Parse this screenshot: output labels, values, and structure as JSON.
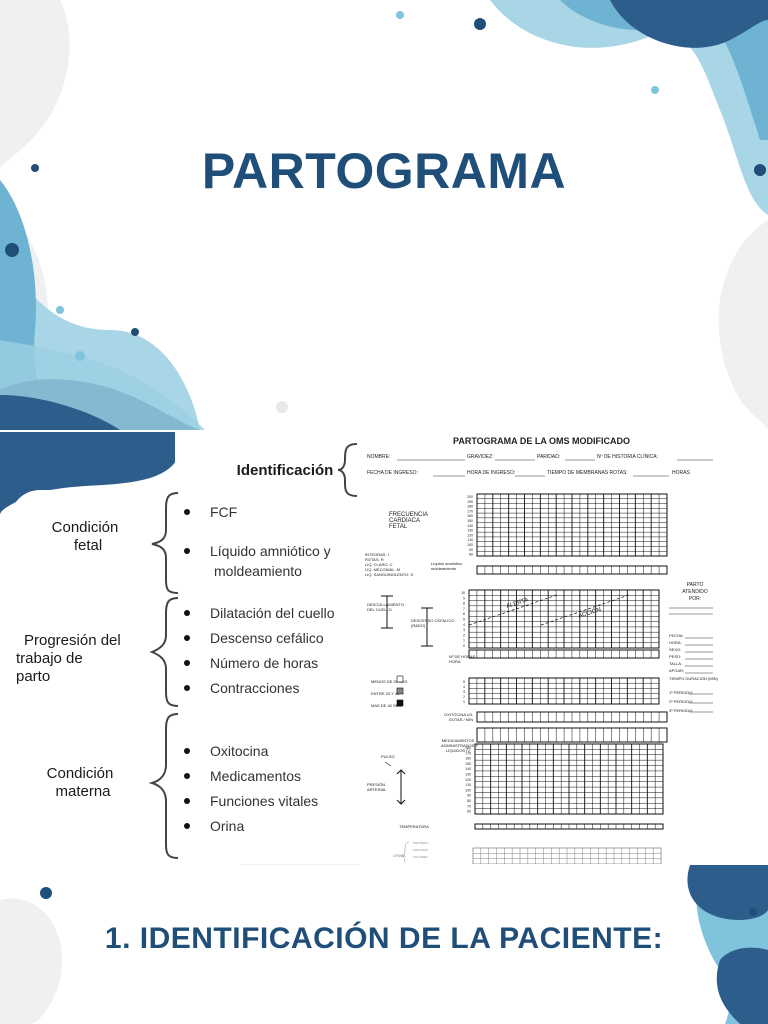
{
  "slide": {
    "title": "PARTOGRAMA",
    "section_heading": "1. IDENTIFICACIÓN DE LA PACIENTE:"
  },
  "diagram": {
    "identification_label": "Identificación",
    "groups": [
      {
        "label_lines": [
          "Condición",
          "fetal"
        ],
        "items": [
          "FCF",
          "Líquido amniótico y",
          "moldeamiento"
        ]
      },
      {
        "label_lines": [
          "Progresión del",
          "trabajo de",
          "parto"
        ],
        "items": [
          "Dilatación del cuello",
          "Descenso cefálico",
          "Número de horas",
          "Contracciones"
        ]
      },
      {
        "label_lines": [
          "Condición",
          "materna"
        ],
        "items": [
          "Oxitocina",
          "Medicamentos",
          "Funciones vitales",
          "Orina"
        ]
      }
    ]
  },
  "form": {
    "title": "PARTOGRAMA DE LA OMS MODIFICADO",
    "row1": [
      "NOMBRE:",
      "GRAVIDEZ:",
      "PARIDAD:",
      "Nº DE HISTORIA CLÍNICA:"
    ],
    "row2": [
      "FECHA DE INGRESO:",
      "HORA DE INGRESO:",
      "TIEMPO DE MEMBRANAS ROTAS:",
      "HORAS"
    ],
    "fcf_label": [
      "FRECUENCIA",
      "CARDIACA",
      "FETAL"
    ],
    "fcf_scale": [
      "200",
      "190",
      "180",
      "170",
      "160",
      "150",
      "140",
      "130",
      "120",
      "110",
      "100",
      "90",
      "80"
    ],
    "liquid_codes": [
      "INTEGRAS: I",
      "ROTAS: R",
      "LIQ. CLARO: C",
      "LIQ. MECONIAL: M",
      "LIQ. SANGUINOLENTO: S"
    ],
    "liquid_label": [
      "Líquido amniótico",
      "moldeamiento"
    ],
    "cervix_label": [
      "DESCOLLAMIENTO",
      "DEL CUELLO"
    ],
    "descent_label": [
      "DESCENSO CEFALICO",
      "(RADO)"
    ],
    "cervix_scale": [
      "10",
      "9",
      "8",
      "7",
      "6",
      "5",
      "4",
      "3",
      "2",
      "1",
      "0"
    ],
    "alert_label": "ALERTA",
    "action_label": "ACCIÓN",
    "hours_label": [
      "Nº DE HORAS",
      "HORA"
    ],
    "delivery_panel": [
      "PARTO",
      "ATENDIDO",
      "POR:"
    ],
    "delivery_fields": [
      "FECHA:",
      "HORA:",
      "SEXO:",
      "PESO:",
      "TALLA:",
      "APGAR:"
    ],
    "contractions_legend": [
      "MENOS DE 20 SEG",
      "ENTRE 20 Y 40",
      "MAS DE 40 SEG"
    ],
    "contractions_scale": [
      "5",
      "4",
      "3",
      "2",
      "1"
    ],
    "duration_label": "TIEMPO DURACIÓN (MIN)",
    "periods": [
      "1º PERIODO:",
      "2º PERIODO:",
      "3º PERIODO:"
    ],
    "oxytocin_label": [
      "OXITOCINA U/L",
      "GOTAS / MIN"
    ],
    "drugs_label": [
      "MEDICAMENTOS",
      "ADMINISTRADOS Y",
      "LÍQUIDOS IV"
    ],
    "pulse_label": "PULSO",
    "bp_label": [
      "PRESIÓN",
      "ARTERIAL"
    ],
    "vitals_scale": [
      "180",
      "170",
      "160",
      "150",
      "140",
      "130",
      "120",
      "110",
      "100",
      "90",
      "80",
      "70",
      "60"
    ],
    "temp_label": "TEMPERATURA",
    "urine_label": "ORINA",
    "urine_rows": [
      "PROTEÍNA",
      "ACETONA",
      "VOLUMEN"
    ]
  },
  "colors": {
    "title": "#1f4e79",
    "dark_blue": "#2d5d8a",
    "light_blue": "#7fc4dc",
    "pale_blue": "#b8dcea",
    "grey": "#eef0f2"
  }
}
